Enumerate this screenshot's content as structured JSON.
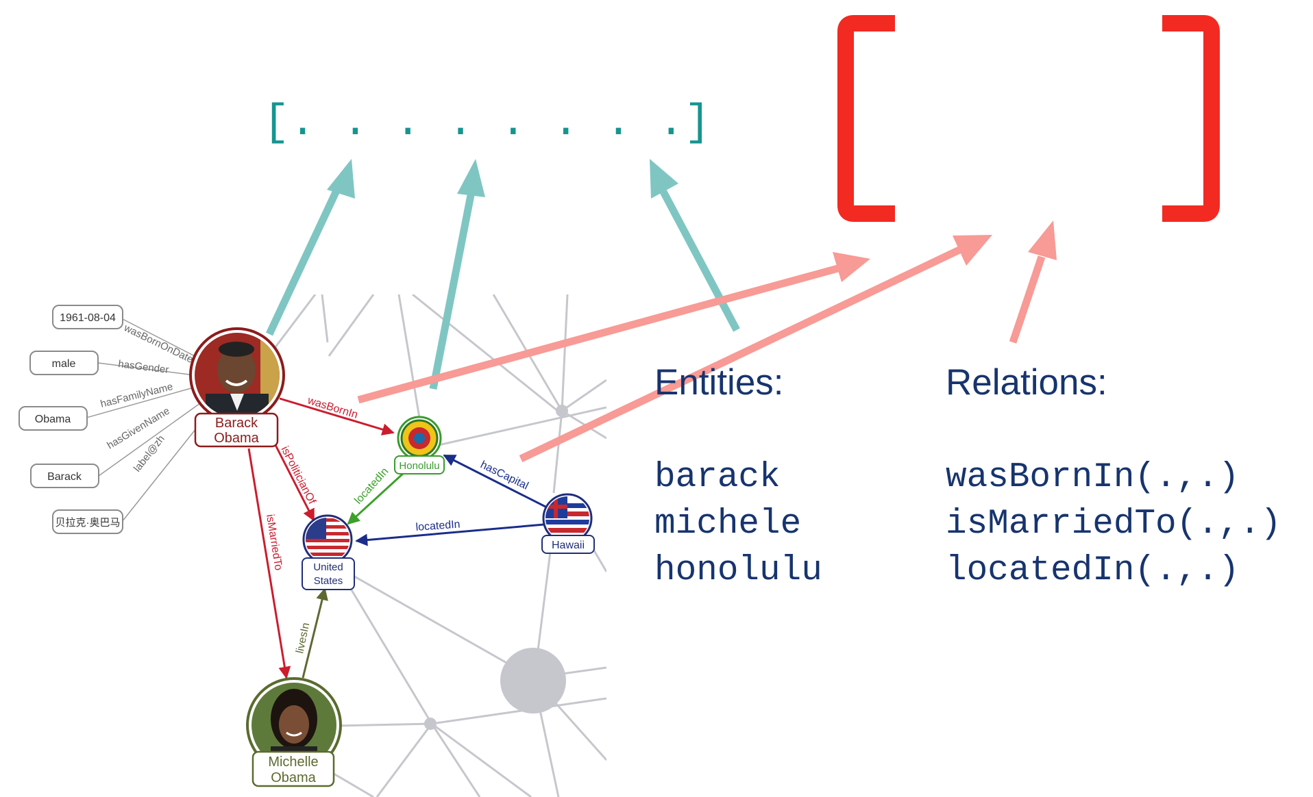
{
  "vector_notation": "[. . . . . . . .]",
  "facts": {
    "born_date": "1961-08-04",
    "gender": "male",
    "family_name": "Obama",
    "given_name": "Barack",
    "label_zh": "贝拉克·奥巴马"
  },
  "attribute_edges": {
    "born_date": "wasBornOnDate",
    "gender": "hasGender",
    "family_name": "hasFamilyName",
    "given_name": "hasGivenName",
    "label_zh": "label@zh"
  },
  "nodes": {
    "barack": {
      "line1": "Barack",
      "line2": "Obama",
      "color": "#8b1c1c",
      "icon": "portrait-icon"
    },
    "michelle": {
      "line1": "Michelle",
      "line2": "Obama",
      "color": "#5a6b2e",
      "icon": "portrait-icon"
    },
    "honolulu": {
      "label": "Honolulu",
      "color": "#3a9a2e",
      "icon": "city-seal-icon"
    },
    "us": {
      "line1": "United",
      "line2": "States",
      "color": "#1f2d7a",
      "icon": "us-flag-icon"
    },
    "hawaii": {
      "label": "Hawaii",
      "color": "#1f2d7a",
      "icon": "hawaii-flag-icon"
    }
  },
  "relation_edges": {
    "wasBornIn": "wasBornIn",
    "isPoliticianOf": "isPoliticianOf",
    "isMarriedTo": "isMarriedTo",
    "livesIn": "livesIn",
    "locatedIn_honolulu": "locatedIn",
    "locatedIn_hawaii": "locatedIn",
    "hasCapital": "hasCapital"
  },
  "entities": {
    "heading": "Entities:",
    "items": [
      "barack",
      "michele",
      "honolulu"
    ]
  },
  "relations": {
    "heading": "Relations:",
    "items": [
      "wasBornIn(.,.)",
      "isMarriedTo(.,.)",
      "locatedIn(.,.)"
    ]
  },
  "colors": {
    "teal_text": "#159590",
    "teal_arrow": "#7fc6c3",
    "salmon_arrow": "#f89a95",
    "bracket_red": "#f22a22",
    "text_blue": "#17346e",
    "relation_red": "#cc1c2e",
    "relation_green": "#3ca02a",
    "relation_navy": "#1a2d8a",
    "relation_olive": "#5c6a32",
    "background_graph": "#c5c7cc",
    "attribute_line": "#9a9a9a"
  }
}
